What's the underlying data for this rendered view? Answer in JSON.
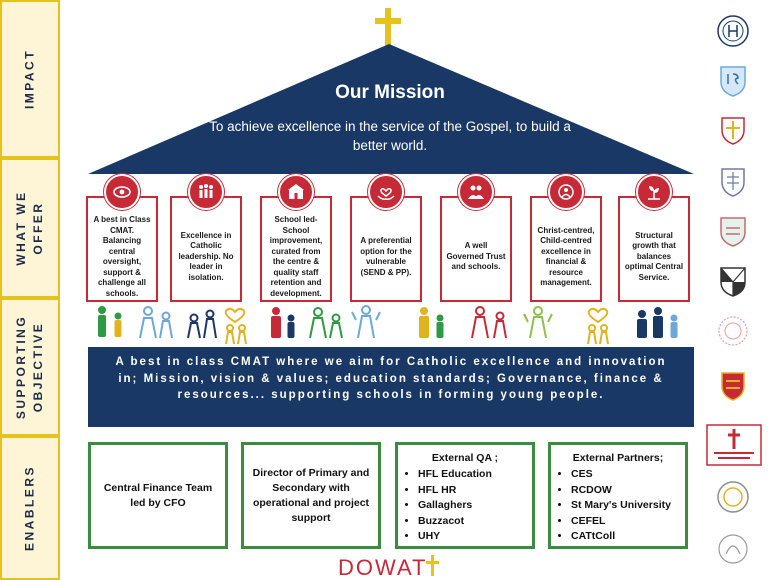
{
  "sidebar": [
    {
      "id": "impact",
      "label": "IMPACT"
    },
    {
      "id": "offer",
      "label": "WHAT WE OFFER"
    },
    {
      "id": "supporting",
      "label": "SUPPORTING OBJECTIVE"
    },
    {
      "id": "enablers",
      "label": "ENABLERS"
    }
  ],
  "mission": {
    "title": "Our Mission",
    "text": "To achieve excellence in the service of the Gospel, to build a better world."
  },
  "offers": [
    {
      "icon": "eye-icon",
      "text": "A best in Class CMAT. Balancing central oversight, support & challenge all schools."
    },
    {
      "icon": "people-group-icon",
      "text": "Excellence in Catholic leadership. No leader in isolation."
    },
    {
      "icon": "school-building-icon",
      "text": "School led- School improvement, curated from the centre & quality staff retention and development."
    },
    {
      "icon": "caring-hands-icon",
      "text": "A preferential option for the vulnerable (SEND & PP)."
    },
    {
      "icon": "trust-members-icon",
      "text": "A well Governed Trust and schools."
    },
    {
      "icon": "child-centred-icon",
      "text": "Christ-centred, Child-centred excellence in financial & resource management."
    },
    {
      "icon": "growth-plant-icon",
      "text": "Structural growth that balances optimal Central Service."
    }
  ],
  "objective": {
    "text": "A best in class CMAT where we aim for Catholic excellence and innovation in; Mission, vision & values; education standards; Governance, finance & resources... supporting schools in forming young people."
  },
  "enablers": {
    "central_finance": "Central Finance Team led by CFO",
    "director": "Director of Primary and Secondary with operational and project support",
    "external_qa": {
      "title": "External QA ;",
      "items": [
        "HFL Education",
        "HFL HR",
        "Gallaghers",
        "Buzzacot",
        "UHY"
      ]
    },
    "external_partners": {
      "title": "External Partners;",
      "items": [
        "CES",
        "RCDOW",
        "St Mary's University",
        "CEFEL",
        "CATtColl"
      ]
    }
  },
  "logo": {
    "text": "DOWAT"
  },
  "colors": {
    "navy": "#1a3865",
    "red": "#c62a36",
    "green": "#3a8d3f",
    "gold": "#e6c21d",
    "sidebar_fill": "#fdf5d6"
  },
  "people_colors": [
    "#2e9a44",
    "#e0b31f",
    "#c62a36",
    "#1a3865",
    "#6ea8d9",
    "#8bc34a"
  ]
}
